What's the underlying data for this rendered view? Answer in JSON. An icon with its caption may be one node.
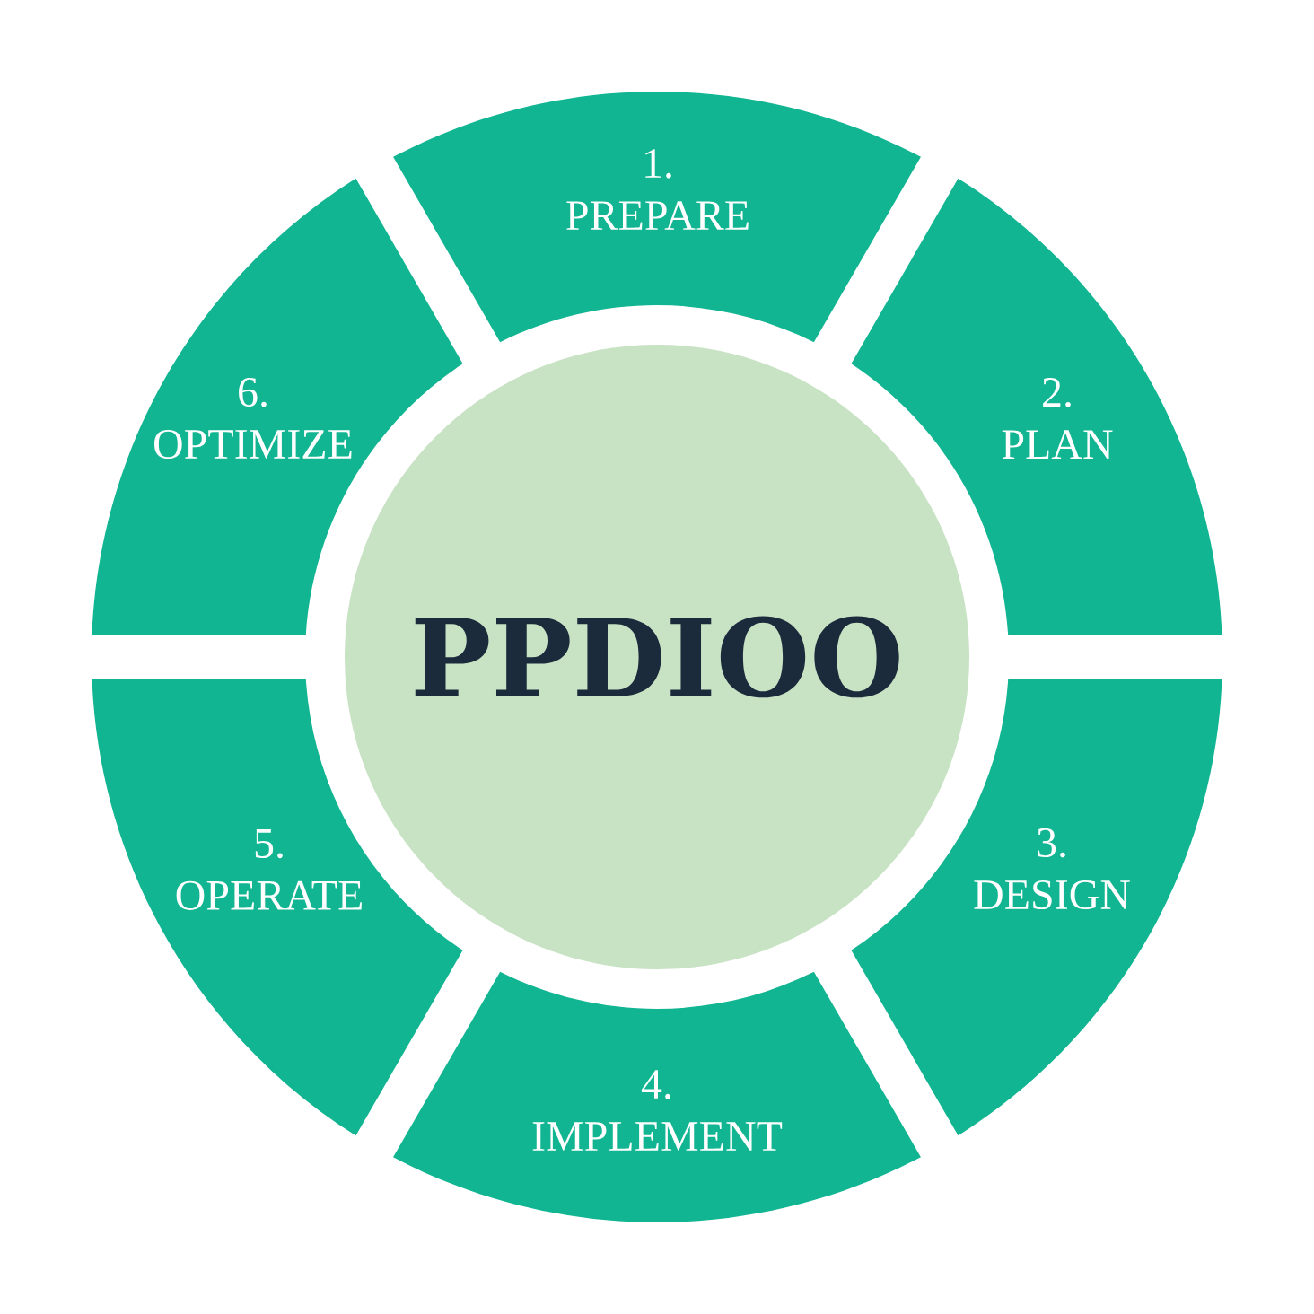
{
  "diagram": {
    "nodes": [
      {
        "text": [
          "PPDIOO"
        ]
      },
      {
        "text": [
          "1.",
          "PREPARE"
        ]
      },
      {
        "text": [
          "2.",
          "PLAN"
        ]
      },
      {
        "text": [
          "3.",
          "DESIGN"
        ]
      },
      {
        "text": [
          "4.",
          "IMPLEMENT"
        ]
      },
      {
        "text": [
          "5.",
          "OPERATE"
        ]
      },
      {
        "text": [
          "6.",
          "OPTIMIZE"
        ]
      }
    ]
  }
}
